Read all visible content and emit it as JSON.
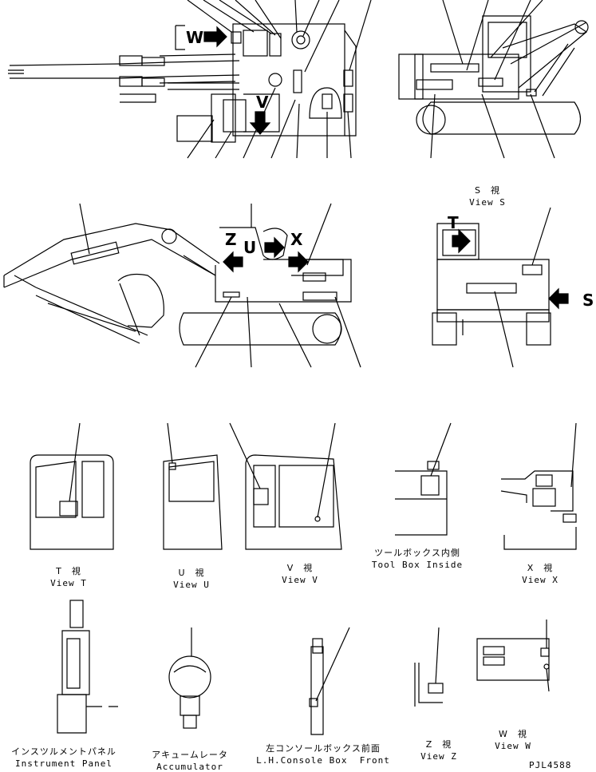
{
  "markers": {
    "w": "W",
    "v": "V",
    "z": "Z",
    "u": "U",
    "x": "X",
    "s": "S",
    "t": "T"
  },
  "views": {
    "s": {
      "jp": "S　視",
      "en": "View S"
    },
    "t": {
      "jp": "T　視",
      "en": "View T"
    },
    "u": {
      "jp": "U　視",
      "en": "View U"
    },
    "v": {
      "jp": "V　視",
      "en": "View V"
    },
    "x": {
      "jp": "X　視",
      "en": "View X"
    },
    "z": {
      "jp": "Z　視",
      "en": "View Z"
    },
    "w": {
      "jp": "W　視",
      "en": "View W"
    },
    "toolbox": {
      "jp": "ツールボックス内側",
      "en": "Tool Box Inside"
    },
    "panel": {
      "jp": "インスツルメントパネル",
      "en": "Instrument Panel"
    },
    "accum": {
      "jp": "アキュームレータ",
      "en": "Accumulator"
    },
    "console": {
      "jp": "左コンソールボックス前面",
      "en": "L.H.Console Box  Front"
    }
  },
  "drawing_number": "PJL4588"
}
